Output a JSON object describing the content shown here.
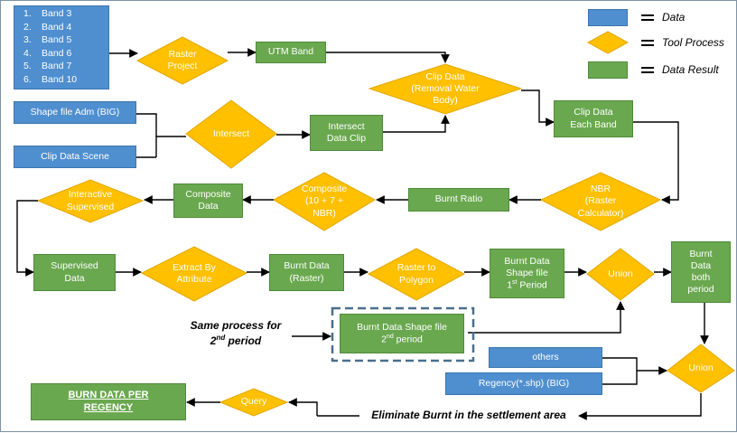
{
  "legend": {
    "data": "Data",
    "tool": "Tool Process",
    "result": "Data Result",
    "colors": {
      "data": "#4f8fd0",
      "tool": "#ffc000",
      "result": "#6aa84f"
    }
  },
  "bands": [
    {
      "num": "1.",
      "label": "Band 3"
    },
    {
      "num": "2.",
      "label": "Band 4"
    },
    {
      "num": "3.",
      "label": "Band 5"
    },
    {
      "num": "4.",
      "label": "Band 6"
    },
    {
      "num": "5.",
      "label": "Band 7"
    },
    {
      "num": "6.",
      "label": "Band 10"
    }
  ],
  "nodes": {
    "raster_project": "Raster\nProject",
    "utm_band": "UTM Band",
    "clip_data": "Clip Data\n(Removal Water\nBody)",
    "clip_each_band": "Clip Data\nEach Band",
    "shapefile_adm": "Shape file Adm (BIG)",
    "clip_scene": "Clip Data Scene",
    "intersect": "Intersect",
    "intersect_clip": "Intersect\nData Clip",
    "nbr": "NBR\n(Raster\nCalculator)",
    "burnt_ratio": "Burnt Ratio",
    "composite_tool": "Composite\n(10 + 7 +\nNBR)",
    "composite_data": "Composite\nData",
    "interactive": "Interactive\nSupervised",
    "supervised_data": "Supervised\nData",
    "extract": "Extract By\nAttribute",
    "burnt_raster": "Burnt Data\n(Raster)",
    "raster_polygon": "Raster to\nPolygon",
    "burnt_shape_1_a": "Burnt Data\nShape file\n1",
    "burnt_shape_1_sup": "st",
    "burnt_shape_1_b": " Period",
    "union1": "Union",
    "burnt_both": "Burnt\nData\nboth\nperiod",
    "same_process_a": "Same process for\n2",
    "same_process_sup": "nd",
    "same_process_b": " period",
    "burnt_shape_2_a": "Burnt Data Shape file\n2",
    "burnt_shape_2_sup": "nd",
    "burnt_shape_2_b": " period",
    "others": "others",
    "regency": "Regency(*.shp) (BIG)",
    "union2": "Union",
    "eliminate": "Eliminate Burnt in the settlement area",
    "query": "Query",
    "final": "BURN DATA PER\nREGENCY"
  }
}
